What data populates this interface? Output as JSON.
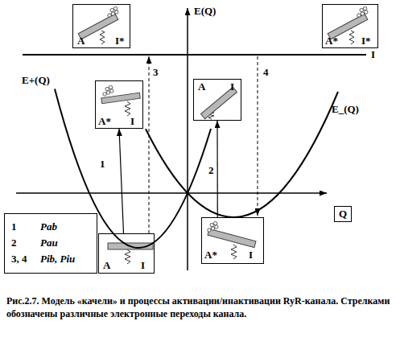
{
  "diagram": {
    "caption": "Рис.2.7. Модель «качели» и процессы активации/инактивации RyR-канала. Стрелками обозначены различные электронные переходы канала.",
    "nodes": [
      {
        "text": [
          "A",
          "I*"
        ]
      },
      {
        "text": [
          "A*",
          "I*"
        ]
      },
      {
        "text": [
          "A*",
          "I"
        ]
      },
      {
        "text": [
          "A",
          "I"
        ]
      },
      {
        "text": [
          "Q"
        ]
      },
      {
        "text": [
          "1",
          "Pab",
          "2",
          "Pau",
          "3, 4",
          "Pib, Piu"
        ]
      },
      {
        "text": [
          "A",
          "I"
        ]
      },
      {
        "text": [
          "A*",
          "I"
        ]
      }
    ],
    "edges": [
      {
        "from": 6,
        "to": 2,
        "arrow": "to",
        "label": "1"
      },
      {
        "from": 7,
        "to": 3,
        "arrow": "to",
        "label": "2"
      }
    ],
    "labels": [
      "E(Q)",
      "I",
      "E+(Q)",
      "E_(Q)",
      "3",
      "4"
    ]
  }
}
